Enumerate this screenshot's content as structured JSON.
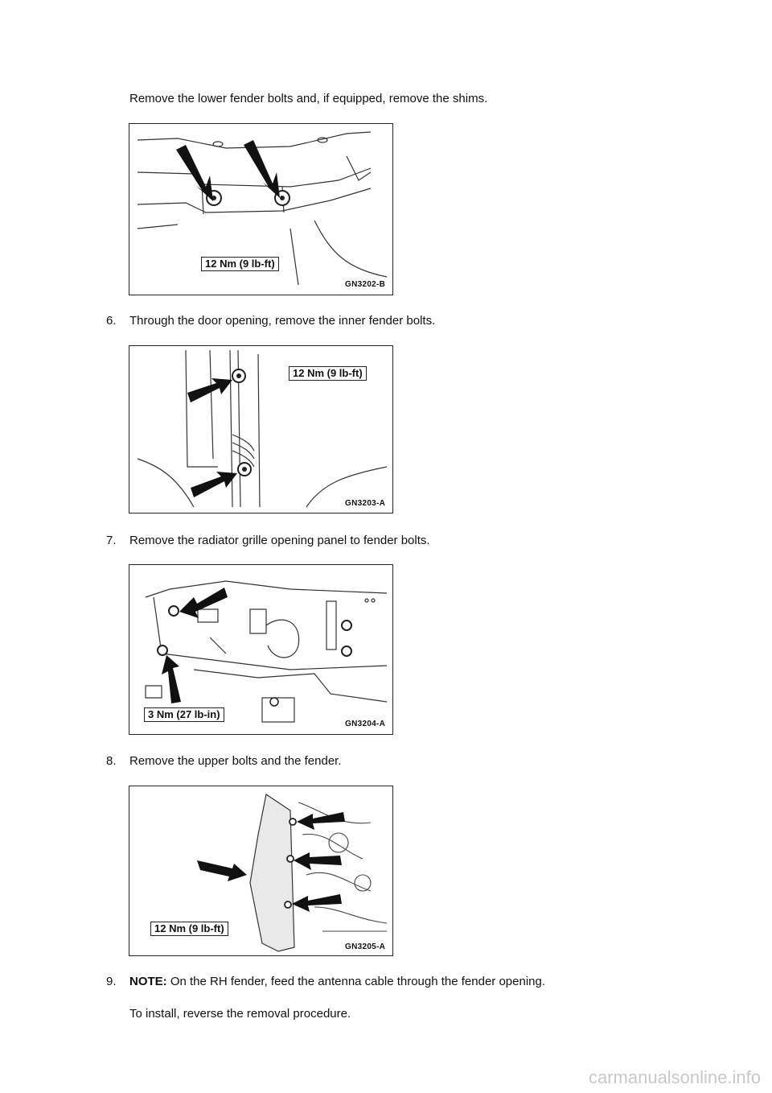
{
  "steps": {
    "s5": {
      "text": "Remove the lower fender bolts and, if equipped, remove the shims."
    },
    "s6": {
      "number": "6.",
      "text": "Through the door opening, remove the inner fender bolts."
    },
    "s7": {
      "number": "7.",
      "text": "Remove the radiator grille opening panel to fender bolts."
    },
    "s8": {
      "number": "8.",
      "text": "Remove the upper bolts and the fender."
    },
    "s9": {
      "number": "9.",
      "note_label": "NOTE:",
      "note_text": " On the RH fender, feed the antenna cable through the fender opening.",
      "text": "To install, reverse the removal procedure."
    }
  },
  "figures": {
    "f1": {
      "id": "GN3202-B",
      "torque": "12 Nm (9 lb-ft)"
    },
    "f2": {
      "id": "GN3203-A",
      "torque": "12 Nm (9 lb-ft)"
    },
    "f3": {
      "id": "GN3204-A",
      "torque": "3 Nm (27 lb-in)"
    },
    "f4": {
      "id": "GN3205-A",
      "torque": "12 Nm (9 lb-ft)"
    }
  },
  "footer": {
    "watermark": "carmanualsonline.info"
  }
}
